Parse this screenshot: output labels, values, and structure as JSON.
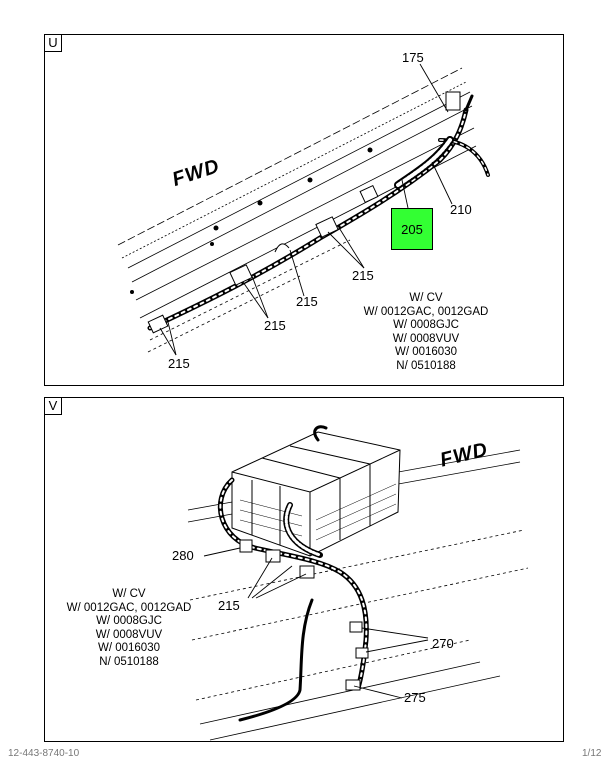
{
  "panel_u": {
    "letter": "U",
    "fwd": "FWD",
    "callouts": {
      "c175": "175",
      "c210": "210",
      "c205": "205",
      "c215a": "215",
      "c215b": "215",
      "c215c": "215",
      "c215d": "215"
    },
    "notes": [
      "W/ CV",
      "W/ 0012GAC, 0012GAD",
      "W/ 0008GJC",
      "W/ 0008VUV",
      "W/ 0016030",
      "N/ 0510188"
    ],
    "highlight_color": "#33ff33"
  },
  "panel_v": {
    "letter": "V",
    "fwd": "FWD",
    "callouts": {
      "c280": "280",
      "c215": "215",
      "c270": "270",
      "c275": "275"
    },
    "notes": [
      "W/ CV",
      "W/ 0012GAC, 0012GAD",
      "W/ 0008GJC",
      "W/ 0008VUV",
      "W/ 0016030",
      "N/ 0510188"
    ]
  },
  "footer": {
    "left": "12-443-8740-10",
    "right": "1/12"
  }
}
